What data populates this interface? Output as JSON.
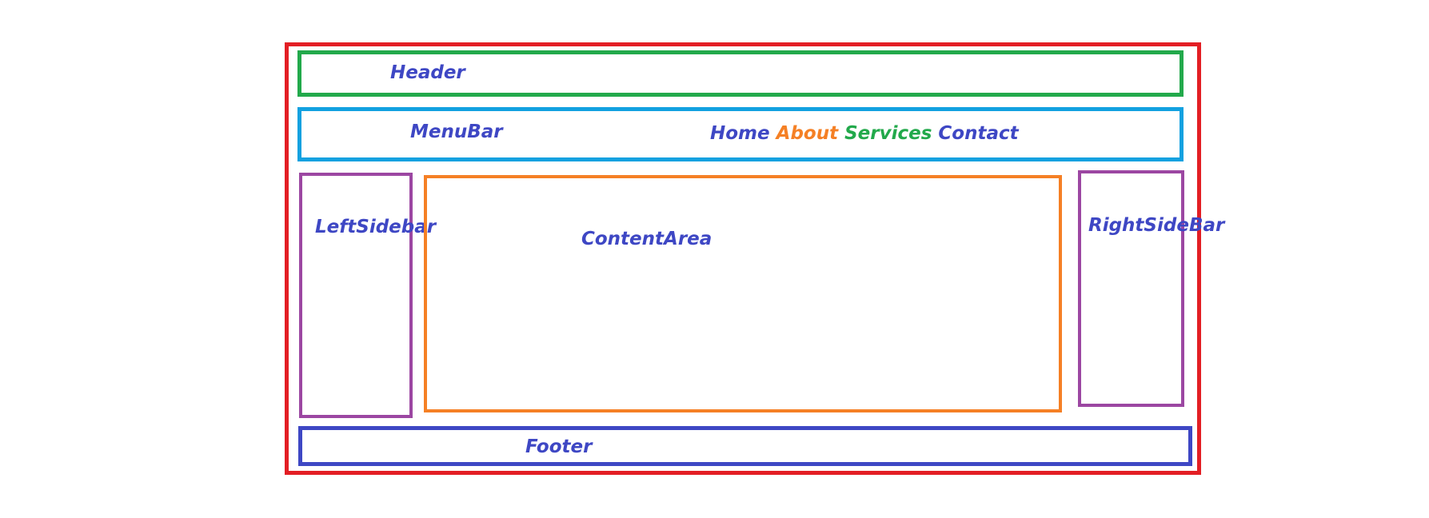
{
  "colors": {
    "page_frame": "#e31e24",
    "header": "#22a94b",
    "menubar": "#12a1e0",
    "sidebar": "#9c47a2",
    "content": "#f58025",
    "footer": "#3e47c4",
    "label_text": "#3e47c4"
  },
  "header": {
    "label": "Header"
  },
  "menubar": {
    "label": "MenuBar",
    "links": [
      {
        "label": "Home",
        "color": "#3e47c4"
      },
      {
        "label": "About",
        "color": "#f58025"
      },
      {
        "label": "Services",
        "color": "#22a94b"
      },
      {
        "label": "Contact",
        "color": "#3e47c4"
      }
    ]
  },
  "left_sidebar": {
    "label": "LeftSidebar"
  },
  "content": {
    "label": "ContentArea"
  },
  "right_sidebar": {
    "label": "RightSideBar"
  },
  "footer": {
    "label": "Footer"
  }
}
